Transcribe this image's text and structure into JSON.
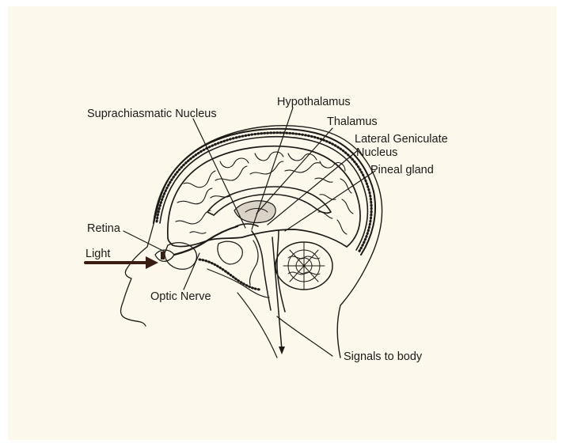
{
  "labels": {
    "scn": "Suprachiasmatic Nucleus",
    "hypothalamus": "Hypothalamus",
    "thalamus": "Thalamus",
    "lgn_line1": "Lateral Geniculate",
    "lgn_line2": "Nucleus",
    "pineal": "Pineal gland",
    "retina": "Retina",
    "light": "Light",
    "optic_nerve": "Optic Nerve",
    "signals": "Signals to body"
  },
  "colors": {
    "background": "#fdf8ec",
    "ink": "#1c1a17",
    "arrow": "#3a1c12"
  }
}
